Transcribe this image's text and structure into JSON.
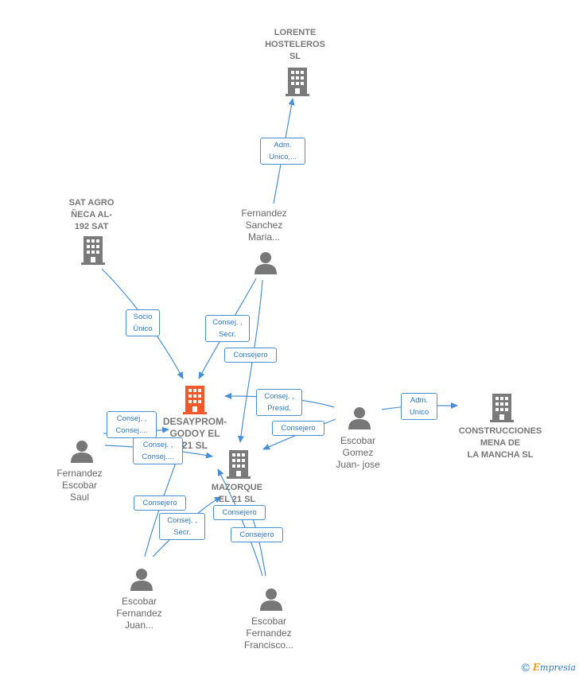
{
  "colors": {
    "edge": "#4a8fd4",
    "company_icon": "#7a7a7a",
    "main_company_icon": "#f05a28",
    "person_icon": "#777777"
  },
  "nodes": {
    "lorente": {
      "label": [
        "LORENTE",
        "HOSTELEROS",
        "SL"
      ],
      "icon": "building-icon"
    },
    "sat_agro": {
      "label": [
        "SAT AGRO",
        "ÑECA AL-",
        "192 SAT"
      ],
      "icon": "building-icon"
    },
    "desayprom": {
      "label": [
        "DESAYPROM-",
        "GODOY EL",
        "21 SL"
      ],
      "icon": "building-icon"
    },
    "mazorque": {
      "label": [
        "MAZORQUE",
        "EL 21 SL"
      ],
      "icon": "building-icon"
    },
    "construcciones": {
      "label": [
        "CONSTRUCCIONES",
        "MENA DE",
        "LA MANCHA SL"
      ],
      "icon": "building-icon"
    },
    "fernandez_sanchez": {
      "label": [
        "Fernandez",
        "Sanchez",
        "Maria..."
      ],
      "icon": "person-icon"
    },
    "fernandez_escobar": {
      "label": [
        "Fernandez",
        "Escobar",
        "Saul"
      ],
      "icon": "person-icon"
    },
    "escobar_gomez": {
      "label": [
        "Escobar",
        "Gomez",
        "Juan- jose"
      ],
      "icon": "person-icon"
    },
    "escobar_fernandez_juan": {
      "label": [
        "Escobar",
        "Fernandez",
        "Juan..."
      ],
      "icon": "person-icon"
    },
    "escobar_fernandez_francisco": {
      "label": [
        "Escobar",
        "Fernandez",
        "Francisco..."
      ],
      "icon": "person-icon"
    }
  },
  "edges": {
    "adm_unico_lorente": [
      "Adm.",
      "Unico,..."
    ],
    "socio_unico": [
      "Socio",
      "Único"
    ],
    "consej_secr_fs": [
      "Consej. ,",
      "Secr."
    ],
    "consejero_fs": [
      "Consejero"
    ],
    "consej_presid": [
      "Consej. ,",
      "Presid."
    ],
    "consejero_eg": [
      "Consejero"
    ],
    "adm_unico_const": [
      "Adm.",
      "Unico"
    ],
    "consej_fe_1": [
      "Consej. ,",
      "Consej...."
    ],
    "consej_fe_2": [
      "Consej. ,",
      "Consej...."
    ],
    "consejero_efj": [
      "Consejero"
    ],
    "consej_secr_efj": [
      "Consej. ,",
      "Secr."
    ],
    "consejero_eff_1": [
      "Consejero"
    ],
    "consejero_eff_2": [
      "Consejero"
    ]
  },
  "footer": {
    "copyright": "©",
    "brand_initial": "E",
    "brand_rest": "mpresia"
  }
}
